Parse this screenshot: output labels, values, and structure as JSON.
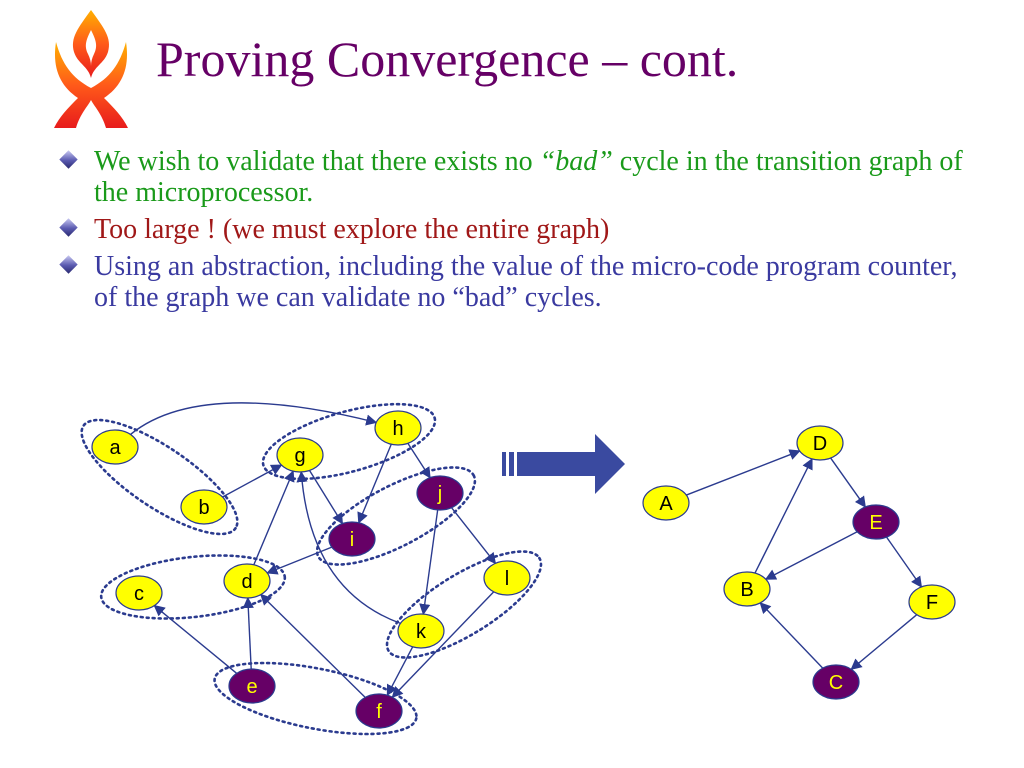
{
  "slide": {
    "title": "Proving Convergence – cont.",
    "bullets": [
      {
        "pre": "We wish to validate that there exists no ",
        "emph": "“bad”",
        "post": " cycle in the transition graph of the microprocessor."
      },
      {
        "text": "Too large ! (we must explore the entire graph)"
      },
      {
        "text": "Using an abstraction, including the value of the micro-code program counter, of the graph we can validate no “bad” cycles."
      }
    ]
  },
  "colors": {
    "title": "#660066",
    "bullet1": "#1a9a1a",
    "bullet2": "#a01818",
    "bullet3": "#3a3aa0",
    "node_yellow": "#ffff00",
    "node_purple": "#660066",
    "edge": "#2b3b8f",
    "arrow": "#3a4aa0"
  },
  "diagram": {
    "left_graph": {
      "nodes": [
        {
          "id": "a",
          "label": "a",
          "style": "yellow"
        },
        {
          "id": "b",
          "label": "b",
          "style": "yellow"
        },
        {
          "id": "c",
          "label": "c",
          "style": "yellow"
        },
        {
          "id": "d",
          "label": "d",
          "style": "yellow"
        },
        {
          "id": "e",
          "label": "e",
          "style": "purple"
        },
        {
          "id": "f",
          "label": "f",
          "style": "purple"
        },
        {
          "id": "g",
          "label": "g",
          "style": "yellow"
        },
        {
          "id": "h",
          "label": "h",
          "style": "yellow"
        },
        {
          "id": "i",
          "label": "i",
          "style": "purple"
        },
        {
          "id": "j",
          "label": "j",
          "style": "purple"
        },
        {
          "id": "k",
          "label": "k",
          "style": "yellow"
        },
        {
          "id": "l",
          "label": "l",
          "style": "yellow"
        }
      ],
      "edges": [
        [
          "a",
          "h"
        ],
        [
          "b",
          "g"
        ],
        [
          "g",
          "i"
        ],
        [
          "h",
          "i"
        ],
        [
          "h",
          "j"
        ],
        [
          "j",
          "l"
        ],
        [
          "j",
          "k"
        ],
        [
          "i",
          "d"
        ],
        [
          "d",
          "g"
        ],
        [
          "k",
          "g"
        ],
        [
          "e",
          "c"
        ],
        [
          "e",
          "d"
        ],
        [
          "f",
          "d"
        ],
        [
          "l",
          "f"
        ],
        [
          "k",
          "f"
        ]
      ],
      "groups": [
        [
          "a",
          "b"
        ],
        [
          "g",
          "h"
        ],
        [
          "i",
          "j"
        ],
        [
          "c",
          "d"
        ],
        [
          "k",
          "l"
        ],
        [
          "e",
          "f"
        ]
      ]
    },
    "right_graph": {
      "nodes": [
        {
          "id": "A",
          "label": "A",
          "style": "yellow"
        },
        {
          "id": "B",
          "label": "B",
          "style": "yellow"
        },
        {
          "id": "C",
          "label": "C",
          "style": "purple"
        },
        {
          "id": "D",
          "label": "D",
          "style": "yellow"
        },
        {
          "id": "E",
          "label": "E",
          "style": "purple"
        },
        {
          "id": "F",
          "label": "F",
          "style": "yellow"
        }
      ],
      "edges": [
        [
          "A",
          "D"
        ],
        [
          "D",
          "E"
        ],
        [
          "E",
          "B"
        ],
        [
          "B",
          "D"
        ],
        [
          "E",
          "F"
        ],
        [
          "F",
          "C"
        ],
        [
          "C",
          "B"
        ]
      ]
    }
  }
}
